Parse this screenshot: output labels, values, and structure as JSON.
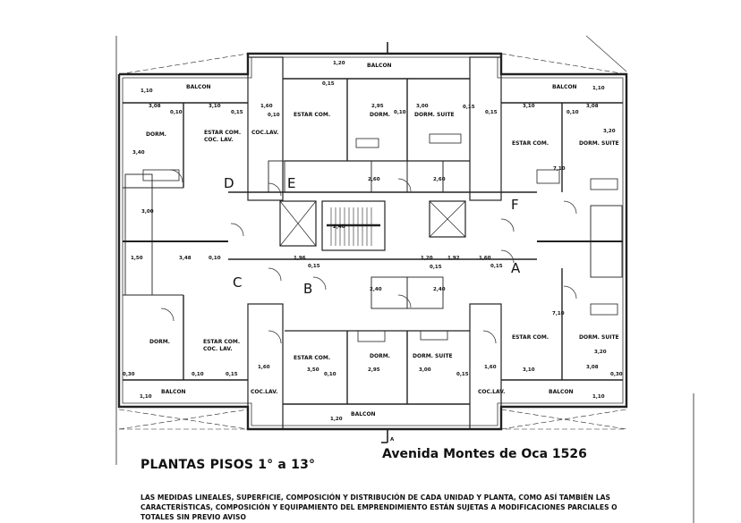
{
  "title": "PLANTAS PISOS 1° a 13°",
  "address": "Avenida Montes de Oca 1526",
  "disclaimer": "LAS MEDIDAS LINEALES, SUPERFICIE, COMPOSICIÓN Y DISTRIBUCIÓN DE CADA UNIDAD Y PLANTA, COMO ASÍ TAMBIÉN LAS CARACTERÍSTICAS, COMPOSICIÓN Y EQUIPAMIENTO DEL EMPRENDIMIENTO ESTÁN SUJETAS A MODIFICACIONES PARCIALES O TOTALES SIN PREVIO AVISO",
  "section_marker": "A",
  "units": [
    "D",
    "E",
    "F",
    "A",
    "C",
    "B"
  ],
  "rooms": [
    "BALCON",
    "BALCON",
    "BALCON",
    "BALCON",
    "BALCON",
    "BALCON",
    "DORM.",
    "ESTAR COM.",
    "COC. LAV.",
    "COC.LAV.",
    "ESTAR COM.",
    "DORM.",
    "DORM. SUITE",
    "ESTAR COM.",
    "DORM. SUITE",
    "DORM.",
    "ESTAR COM.",
    "COC. LAV.",
    "COC.LAV.",
    "ESTAR COM.",
    "DORM.",
    "DORM. SUITE",
    "COC.LAV.",
    "ESTAR COM.",
    "DORM. SUITE"
  ],
  "dimensions": [
    "1,10",
    "3,08",
    "3,10",
    "0,10",
    "0,15",
    "0,15",
    "3,40",
    "1,20",
    "1,60",
    "0,10",
    "2,95",
    "3,00",
    "0,10",
    "0,15",
    "0,15",
    "3,10",
    "3,08",
    "0,10",
    "1,10",
    "3,20",
    "7,10",
    "2,60",
    "2,60",
    "3,00",
    "1,50",
    "3,48",
    "0,10",
    "1,96",
    "0,15",
    "2,40",
    "1,20",
    "1,92",
    "1,60",
    "0,15",
    "0,15",
    "2,40",
    "2,40",
    "0,30",
    "0,10",
    "0,15",
    "1,60",
    "3,50",
    "0,10",
    "2,95",
    "3,00",
    "0,15",
    "1,60",
    "3,10",
    "3,08",
    "0,30",
    "1,10",
    "1,20",
    "1,10",
    "7,10",
    "3,20"
  ]
}
